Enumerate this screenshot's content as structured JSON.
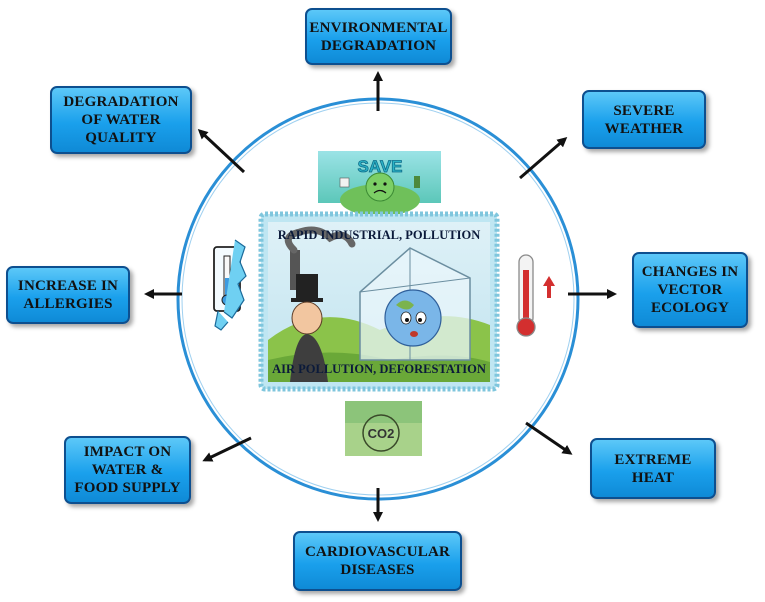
{
  "center": {
    "top_caption": "RAPID INDUSTRIAL, POLLUTION",
    "bottom_caption": "AIR POLLUTION, DEFORESTATION"
  },
  "images": {
    "save_earth_text": "SAVE",
    "co2_text": "CO2"
  },
  "effects": {
    "environmental_degradation": "ENVIRONMENTAL\nDEGRADATION",
    "severe_weather": "SEVERE\nWEATHER",
    "changes_in_vector_ecology": "CHANGES IN\nVECTOR\nECOLOGY",
    "extreme_heat": "EXTREME\nHEAT",
    "cardiovascular_diseases": "CARDIOVASCULAR\nDISEASES",
    "impact_on_water_food": "IMPACT ON\nWATER &\nFOOD SUPPLY",
    "increase_in_allergies": "INCREASE IN\nALLERGIES",
    "degradation_of_water_quality": "DEGRADATION\nOF WATER\nQUALITY"
  },
  "colors": {
    "box_fill": "#1aa0ec",
    "box_border": "#0d4f8f",
    "circle_stroke": "#2a8fd6",
    "arrow": "#111111"
  }
}
